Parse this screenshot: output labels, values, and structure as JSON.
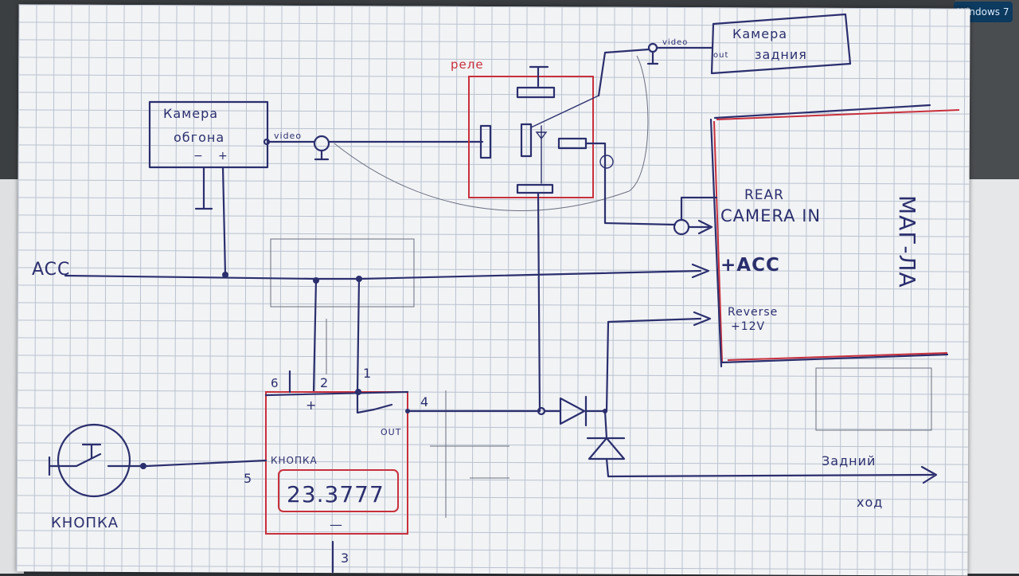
{
  "camera_front": {
    "title_line1": "Камера",
    "title_line2": "обгона",
    "minus": "−",
    "plus": "+",
    "video": "video"
  },
  "relay": {
    "label": "реле"
  },
  "camera_rear": {
    "title_line1": "Камера",
    "title_line2": "задния",
    "video": "video",
    "out": "out"
  },
  "acc_line": {
    "label": "ACC"
  },
  "head_unit": {
    "rear_label_1": "REAR",
    "rear_label_2": "CAMERA IN",
    "acc_label": "+ACC",
    "reverse_label_1": "Reverse",
    "reverse_label_2": "+12V",
    "side_text": "MAГ-ЛА"
  },
  "module": {
    "pin6": "6",
    "pin2": "2",
    "pin1": "1",
    "pin4": "4",
    "pin5": "5",
    "pin3": "3",
    "plus": "+",
    "minus": "—",
    "out": "OUT",
    "button_label": "КНОПКА",
    "number": "23.3777"
  },
  "button": {
    "label": "КНОПКА"
  },
  "reverse_wire": {
    "label_line1": "Задний",
    "label_line2": "ход"
  },
  "overlay": {
    "os_badge": "Windows 7"
  }
}
